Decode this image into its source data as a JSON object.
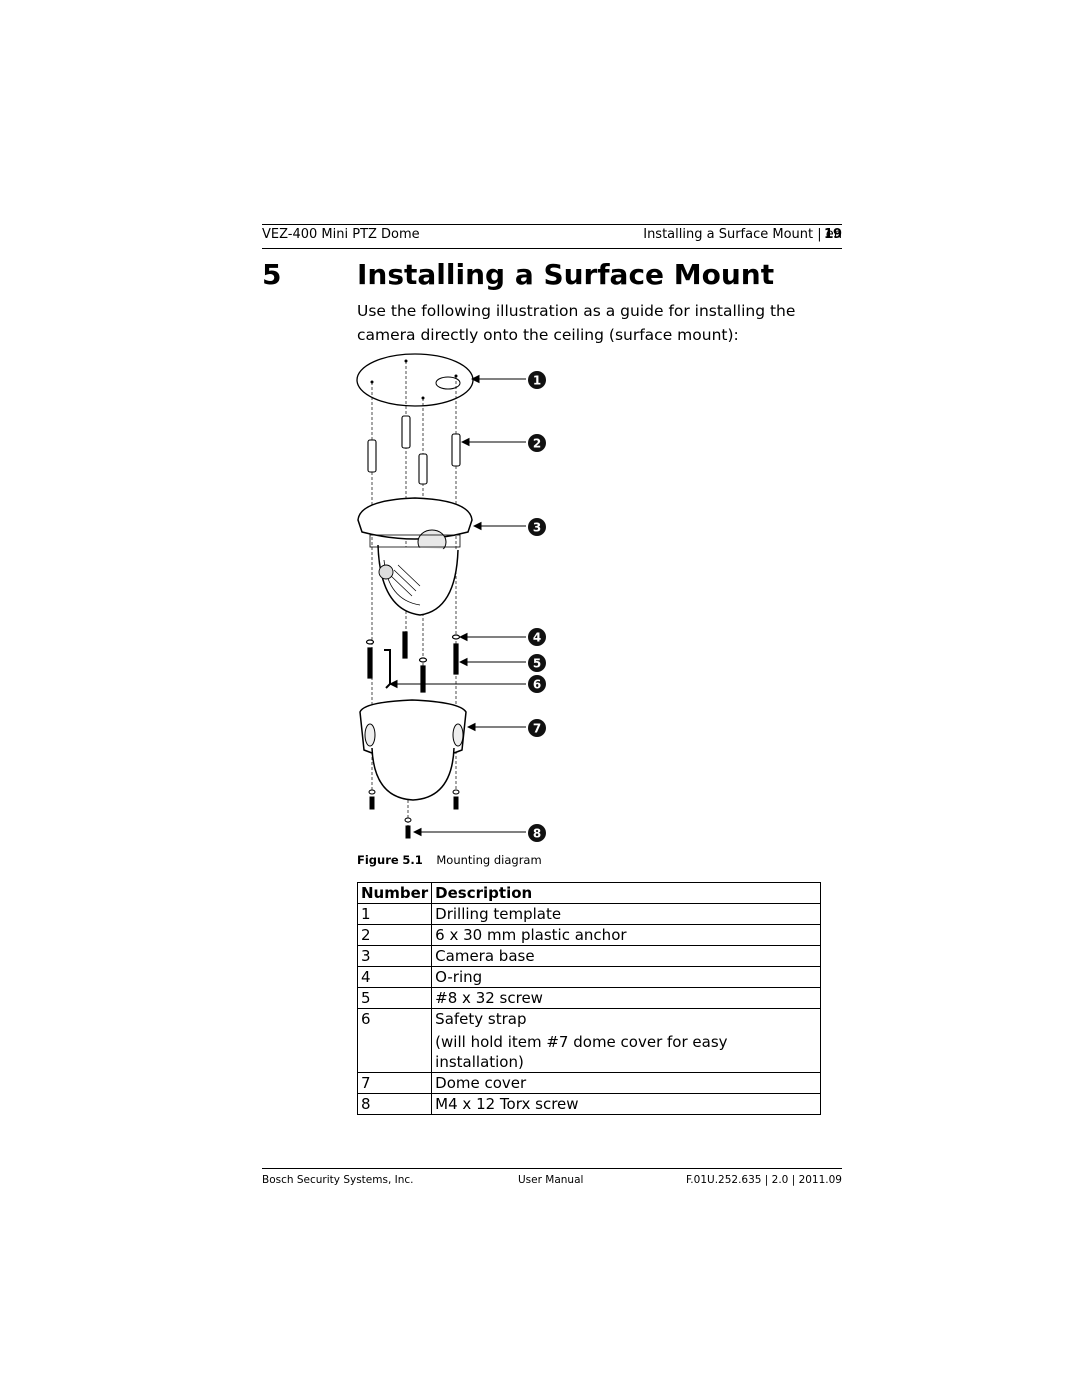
{
  "header": {
    "left": "VEZ-400 Mini PTZ Dome",
    "right": "Installing a Surface Mount | en",
    "page": "19"
  },
  "chapter": {
    "number": "5",
    "title": "Installing a Surface Mount"
  },
  "intro": "Use the following illustration as a guide for installing the camera directly onto the ceiling (surface mount):",
  "figure": {
    "label": "Figure",
    "number": "5.1",
    "caption": "Mounting diagram",
    "callouts": [
      "1",
      "2",
      "3",
      "4",
      "5",
      "6",
      "7",
      "8"
    ]
  },
  "table": {
    "headers": [
      "Number",
      "Description"
    ],
    "rows": [
      {
        "num": "1",
        "desc": "Drilling template",
        "desc2": ""
      },
      {
        "num": "2",
        "desc": "6 x 30 mm plastic anchor",
        "desc2": ""
      },
      {
        "num": "3",
        "desc": "Camera base",
        "desc2": ""
      },
      {
        "num": "4",
        "desc": "O-ring",
        "desc2": ""
      },
      {
        "num": "5",
        "desc": "#8 x 32 screw",
        "desc2": ""
      },
      {
        "num": "6",
        "desc": "Safety strap",
        "desc2": "(will hold item #7 dome cover for easy installation)"
      },
      {
        "num": "7",
        "desc": "Dome cover",
        "desc2": ""
      },
      {
        "num": "8",
        "desc": "M4 x 12 Torx screw",
        "desc2": ""
      }
    ]
  },
  "footer": {
    "left": "Bosch Security Systems, Inc.",
    "middle": "User Manual",
    "right": "F.01U.252.635 | 2.0 | 2011.09"
  }
}
